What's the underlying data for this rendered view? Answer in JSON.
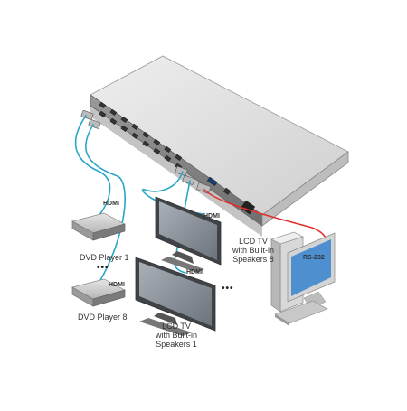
{
  "labels": {
    "hdmi_top": "HDMI",
    "hdmi_tv8": "HDMI",
    "hdmi_dvd8": "HDMI",
    "hdmi_tv1": "HDMI",
    "rs232": "RS-232",
    "dvd1": "DVD Player 1",
    "dvd8": "DVD Player 8",
    "tv8_line1": "LCD TV",
    "tv8_line2": "with Built-in",
    "tv8_line3": "Speakers 8",
    "tv1_line1": "LCD TV",
    "tv1_line2": "with Built-in",
    "tv1_line3": "Speakers 1",
    "dots_dvd": "•••",
    "dots_tv": "•••"
  },
  "colors": {
    "hdmi_cable": "#2aa6c9",
    "rs232_cable": "#e03030",
    "device_body": "#c9c9c9",
    "device_top": "#e4e4e4",
    "screen": "#8a8f96"
  }
}
